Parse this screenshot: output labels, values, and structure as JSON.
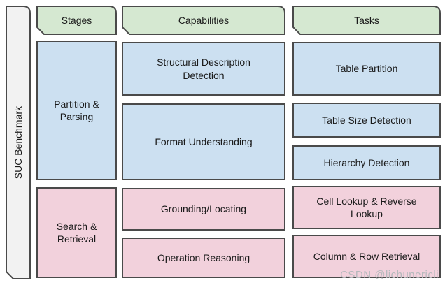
{
  "diagram": {
    "sidebar": {
      "label": "SUC Benchmark"
    },
    "columns": [
      {
        "header": "Stages",
        "items": [
          {
            "label": "Partition & Parsing",
            "tone": "blue"
          },
          {
            "label": "Search & Retrieval",
            "tone": "pink"
          }
        ]
      },
      {
        "header": "Capabilities",
        "items": [
          {
            "label": "Structural Description Detection",
            "tone": "blue"
          },
          {
            "label": "Format Understanding",
            "tone": "blue"
          },
          {
            "label": "Grounding/Locating",
            "tone": "pink"
          },
          {
            "label": "Operation Reasoning",
            "tone": "pink"
          }
        ]
      },
      {
        "header": "Tasks",
        "items": [
          {
            "label": "Table Partition",
            "tone": "blue"
          },
          {
            "label": "Table Size Detection",
            "tone": "blue"
          },
          {
            "label": "Hierarchy Detection",
            "tone": "blue"
          },
          {
            "label": "Cell Lookup & Reverse Lookup",
            "tone": "pink"
          },
          {
            "label": "Column & Row Retrieval",
            "tone": "pink"
          }
        ]
      }
    ],
    "colors": {
      "header_green": "#d5e8d1",
      "stage_blue": "#cce0f1",
      "stage_pink": "#f2d1dc",
      "sidebar_gray": "#f2f2f2",
      "border": "#4a4a4a",
      "text": "#1a1a1a"
    }
  },
  "watermark": {
    "text": "CSDN @lichunericli",
    "color": "#b5b9bc"
  }
}
